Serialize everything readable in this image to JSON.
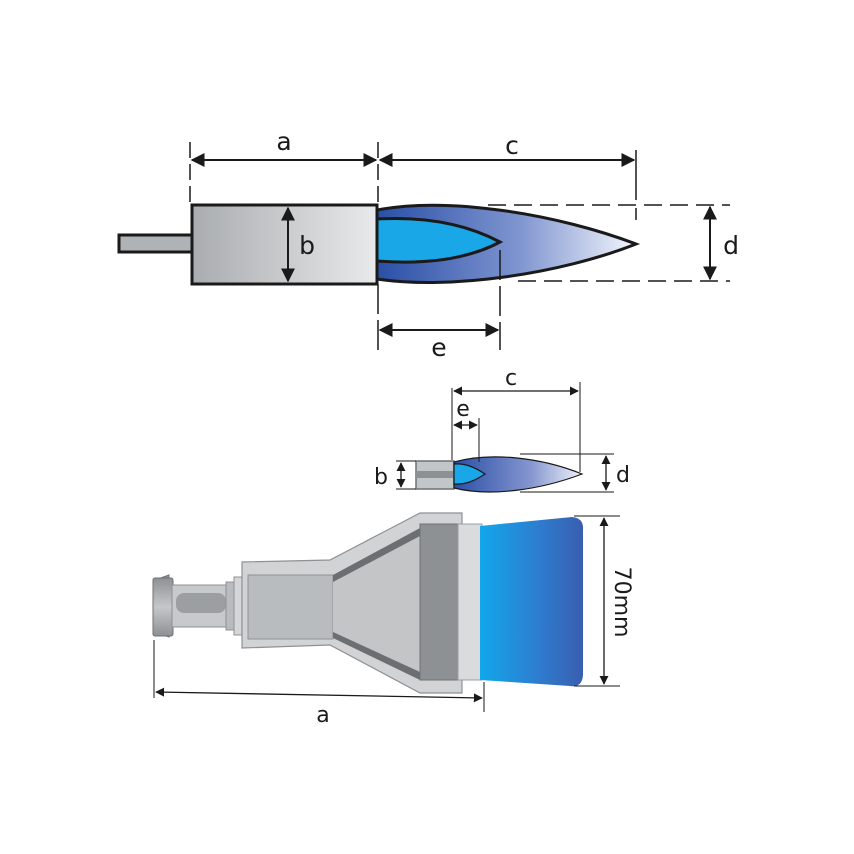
{
  "torch_diagram": {
    "labels": {
      "a": "a",
      "b": "b",
      "c": "c",
      "d": "d",
      "e": "e"
    }
  },
  "small_burner": {
    "labels": {
      "c": "c",
      "e": "e",
      "b": "b",
      "d": "d"
    }
  },
  "wide_burner": {
    "labels": {
      "width": "70mm",
      "a": "a"
    }
  },
  "colors": {
    "outline": "#1a1a1a",
    "flame_inner": "#1aa7e8",
    "flame_outer_dark": "#2a4fa6",
    "burner_body": "#b9bcbf",
    "burner_dark": "#8e9193"
  }
}
